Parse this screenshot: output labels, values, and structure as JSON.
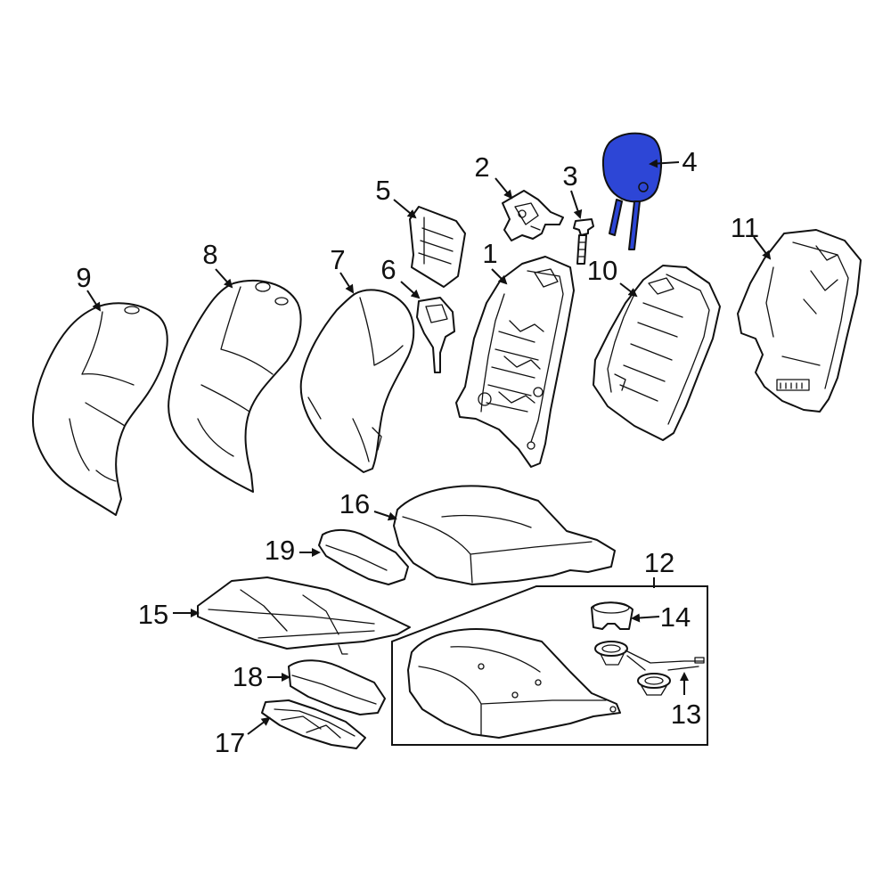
{
  "colors": {
    "highlight": "#2d46d6",
    "line": "#111111",
    "background": "#ffffff"
  },
  "callouts": {
    "p1": "1",
    "p2": "2",
    "p3": "3",
    "p4": "4",
    "p5": "5",
    "p6": "6",
    "p7": "7",
    "p8": "8",
    "p9": "9",
    "p10": "10",
    "p11": "11",
    "p12": "12",
    "p13": "13",
    "p14": "14",
    "p15": "15",
    "p16": "16",
    "p17": "17",
    "p18": "18",
    "p19": "19"
  },
  "highlighted_part": "4"
}
